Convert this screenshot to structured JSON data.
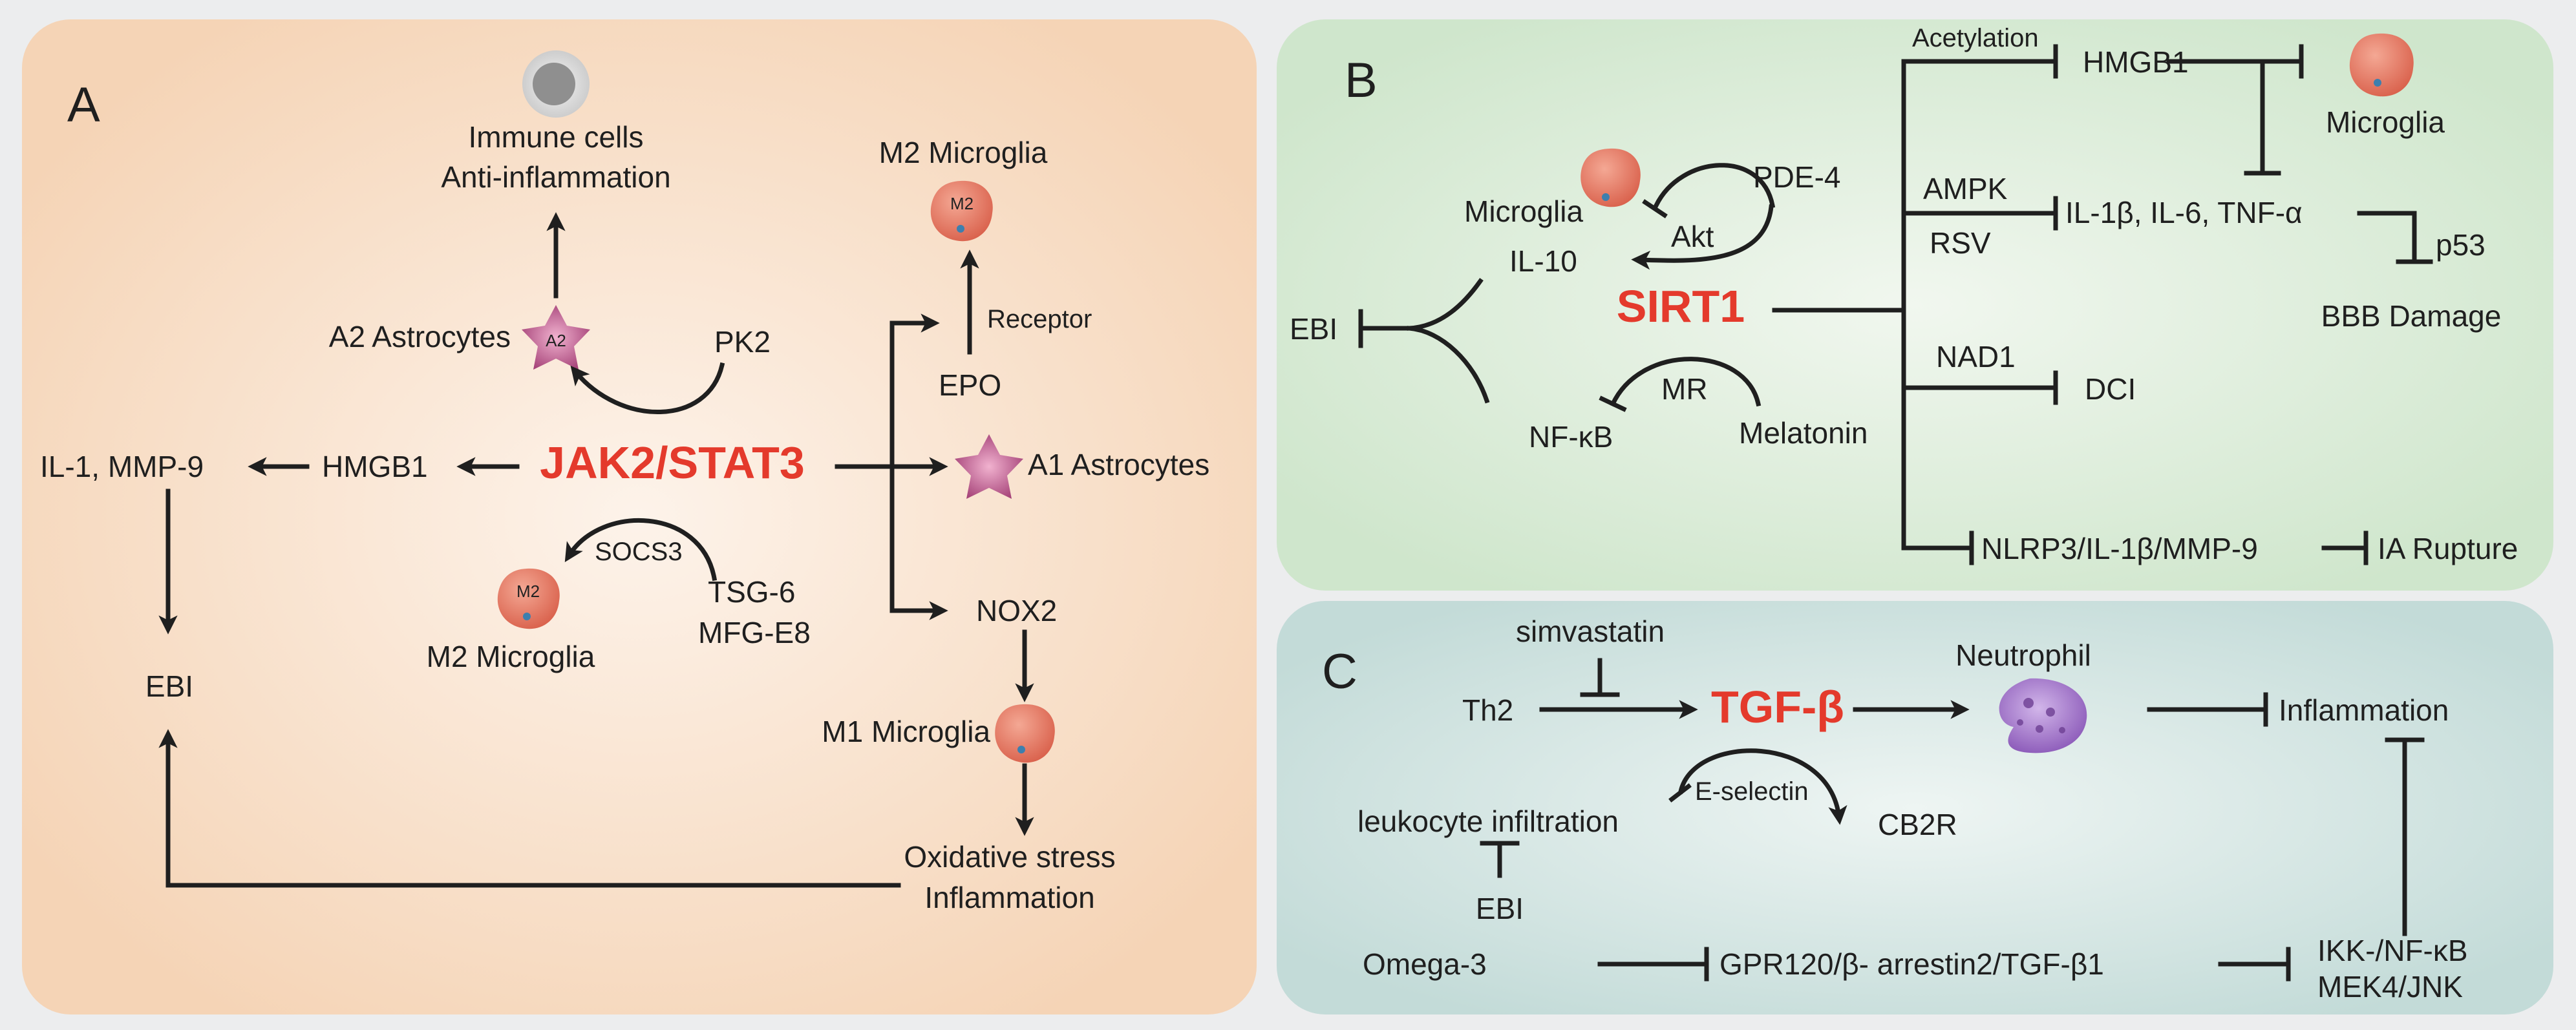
{
  "colors": {
    "hub_text": "#e43a2c",
    "panel_a_bg": "#f5d4b6",
    "panel_b_bg": "#cfe6cc",
    "panel_c_bg": "#c3dbd8",
    "microglia_fill": "#e37a68",
    "astrocyte_fill": "#b04a80",
    "neutrophil_fill": "#9f70c6",
    "immune_cell_fill": "#b7b7b7"
  },
  "panel_a": {
    "letter": "A",
    "hub": "JAK2/STAT3",
    "immune_cells": "Immune cells",
    "anti_inflammation": "Anti-inflammation",
    "a2_astrocytes": "A2 Astrocytes",
    "a2_badge": "A2",
    "pk2": "PK2",
    "m2_microglia_top": "M2 Microglia",
    "m2_badge": "M2",
    "receptor": "Receptor",
    "epo": "EPO",
    "a1_astrocytes": "A1 Astrocytes",
    "il1_mmp9": "IL-1, MMP-9",
    "hmgb1": "HMGB1",
    "socs3": "SOCS3",
    "tsg6": "TSG-6",
    "mfge8": "MFG-E8",
    "m2_microglia_bottom": "M2 Microglia",
    "nox2": "NOX2",
    "ebi": "EBI",
    "m1_microglia": "M1 Microglia",
    "oxidative_stress": "Oxidative stress",
    "inflammation": "Inflammation"
  },
  "panel_b": {
    "letter": "B",
    "hub": "SIRT1",
    "acetylation": "Acetylation",
    "hmgb1": "HMGB1",
    "microglia_right": "Microglia",
    "ampk": "AMPK",
    "rsv": "RSV",
    "cytokines": "IL-1β, IL-6, TNF-α",
    "p53": "p53",
    "bbb_damage": "BBB Damage",
    "nad1": "NAD1",
    "dci": "DCI",
    "nlrp3": "NLRP3/IL-1β/MMP-9",
    "ia_rupture": "IA Rupture",
    "microglia_left": "Microglia",
    "pde4": "PDE-4",
    "akt": "Akt",
    "il10": "IL-10",
    "ebi": "EBI",
    "mr": "MR",
    "nfkb": "NF-κB",
    "melatonin": "Melatonin"
  },
  "panel_c": {
    "letter": "C",
    "hub": "TGF-β",
    "simvastatin": "simvastatin",
    "th2": "Th2",
    "neutrophil": "Neutrophil",
    "inflammation": "Inflammation",
    "e_selectin": "E-selectin",
    "leukocyte": "leukocyte infiltration",
    "cb2r": "CB2R",
    "ebi": "EBI",
    "omega3": "Omega-3",
    "gpr120": "GPR120/β- arrestin2/TGF-β1",
    "ikk_nfkb": "IKK-/NF-κB",
    "mek4_jnk": "MEK4/JNK"
  }
}
